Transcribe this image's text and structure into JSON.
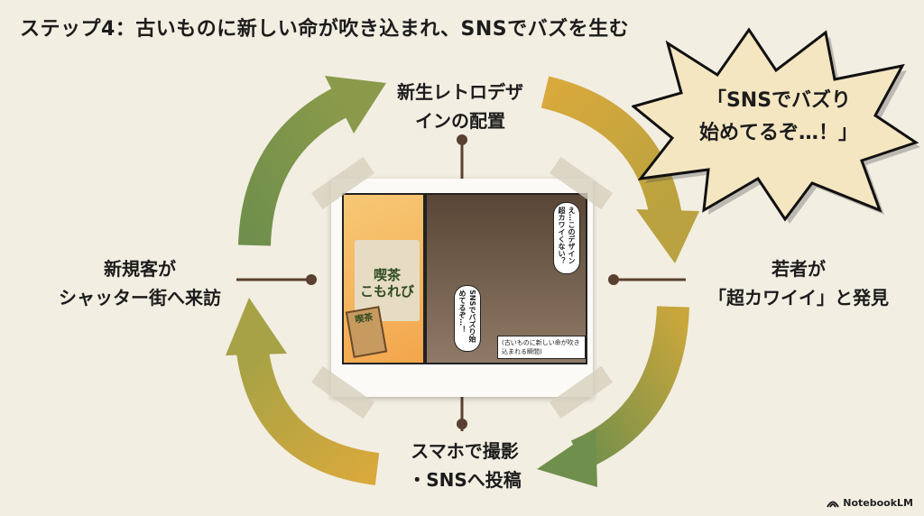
{
  "title": "ステップ4：古いものに新しい命が吹き込まれ、SNSでバズを生む",
  "cycle": {
    "top": [
      "新生レトロデザ",
      "インの配置"
    ],
    "right": [
      "若者が",
      "「超カワイイ」と発見"
    ],
    "bottom": [
      "スマホで撮影",
      "・SNSへ投稿"
    ],
    "left": [
      "新規客が",
      "シャッター街へ来訪"
    ]
  },
  "burst": [
    "「SNSでバズり",
    "始めてるぞ…！」"
  ],
  "illustration": {
    "bag_logo": [
      "喫茶",
      "こもれび"
    ],
    "card_logo": "喫茶",
    "bubble_top": "え…このデザイン超カワイくない？",
    "bubble_mid": "SNSでバズり始めてるぞ…！",
    "caption": "(古いものに新しい命が吹き込まれる瞬間)"
  },
  "branding": "NotebookLM",
  "colors": {
    "green": "#6f8f4c",
    "gold": "#d9a93c",
    "line": "#5a4030"
  }
}
